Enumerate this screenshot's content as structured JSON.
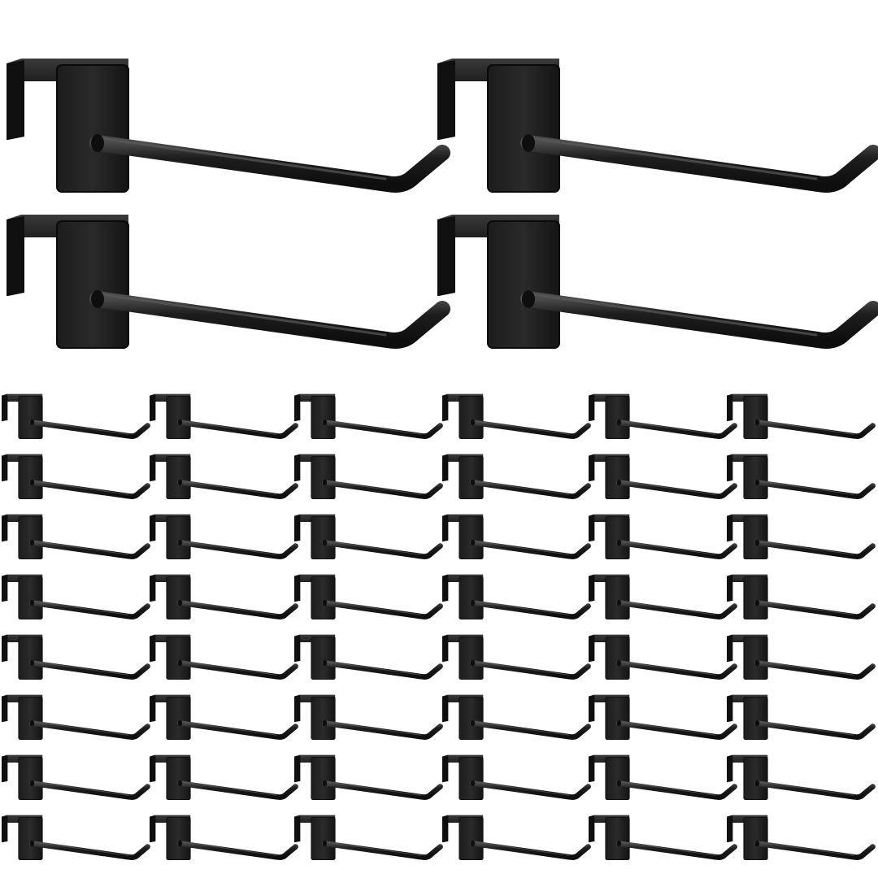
{
  "product": {
    "item_name": "grid-wall-hook",
    "finish_color": "#141414",
    "background_color": "#ffffff",
    "large_view": {
      "rows": 2,
      "columns": 2,
      "count": 4
    },
    "small_view": {
      "rows": 8,
      "columns": 6,
      "count": 48
    }
  }
}
